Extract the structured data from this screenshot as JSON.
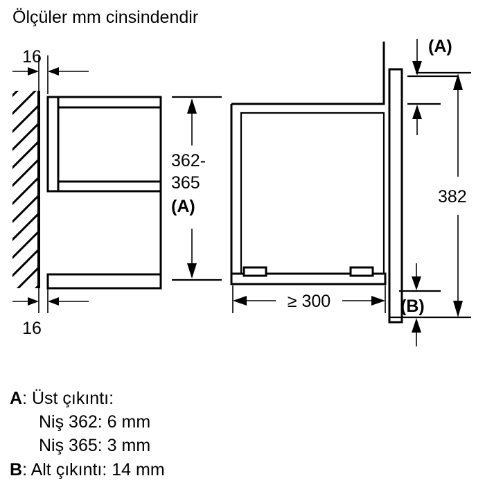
{
  "document": {
    "title": "Ölçüler mm cinsindendir",
    "language": "tr",
    "kind": "installation-dimension-drawing"
  },
  "colors": {
    "line": "#000000",
    "background": "#ffffff",
    "fill": "#ffffff"
  },
  "dimensions": {
    "top_left_gap": "16",
    "bottom_left_gap": "16",
    "niche_height_line1": "362-",
    "niche_height_line2": "365",
    "niche_height_note": "(A)",
    "depth_min": "≥ 300",
    "total_height": "382",
    "top_overhang_marker": "(A)",
    "bottom_overhang_marker": "(B)"
  },
  "legend": {
    "line_a_key": "A",
    "line_a_text": ": Üst çıkıntı:",
    "line_a_sub1": "Niş 362: 6 mm",
    "line_a_sub2": "Niş 365: 3 mm",
    "line_b_key": "B",
    "line_b_text": ": Alt çıkıntı: 14 mm"
  },
  "views": {
    "left_view_name": "side-section-view",
    "middle_view_name": "appliance-section-view",
    "right_view_name": "door-panel-view"
  }
}
